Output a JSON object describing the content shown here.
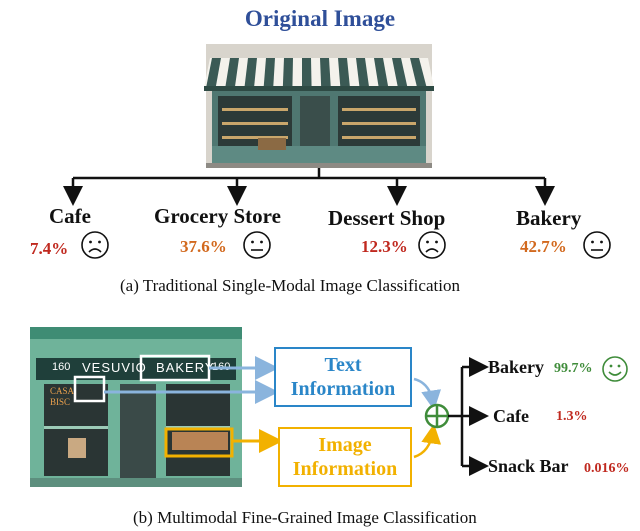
{
  "top": {
    "title": "Original Image",
    "classes": [
      {
        "label": "Cafe",
        "pct": "7.4%",
        "pct_color": "#c0291f",
        "mood": "sad"
      },
      {
        "label": "Grocery Store",
        "pct": "37.6%",
        "pct_color": "#d2691e",
        "mood": "neutral"
      },
      {
        "label": "Dessert Shop",
        "pct": "12.3%",
        "pct_color": "#c0291f",
        "mood": "sad"
      },
      {
        "label": "Bakery",
        "pct": "42.7%",
        "pct_color": "#d2691e",
        "mood": "neutral"
      }
    ],
    "caption": "(a)  Traditional Single-Modal Image Classification"
  },
  "bottom": {
    "sign_text": "VESUVIO  BAKERY",
    "sign_number_left": "160",
    "sign_number_right": "160",
    "text_box": {
      "line1": "Text",
      "line2": "Information",
      "color": "#2a86c8"
    },
    "image_box": {
      "line1": "Image",
      "line2": "Information",
      "color": "#f2b100"
    },
    "fusion_color": "#3f8c3a",
    "outputs": [
      {
        "label": "Bakery",
        "pct": "99.7%",
        "pct_color": "#3f8c3a",
        "mood": "happy"
      },
      {
        "label": "Cafe",
        "pct": "1.3%",
        "pct_color": "#c0291f",
        "mood": "none"
      },
      {
        "label": "Snack Bar",
        "pct": "0.016%",
        "pct_color": "#c0291f",
        "mood": "none"
      }
    ],
    "caption": "(b)  Multimodal Fine-Grained Image Classification"
  }
}
